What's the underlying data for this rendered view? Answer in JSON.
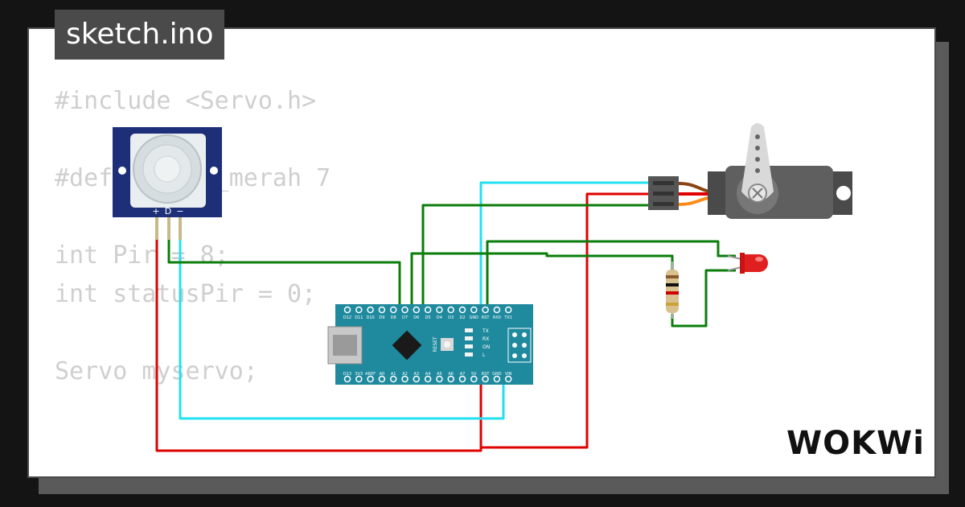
{
  "tab": {
    "title": "sketch.ino"
  },
  "code": {
    "lines": [
      "#include <Servo.h>",
      "",
      "#define led_merah 7",
      "",
      "int Pir = 8;",
      "int statusPir = 0;",
      "",
      "Servo myservo;"
    ]
  },
  "pir": {
    "pin_labels": [
      "+",
      "D",
      "−"
    ]
  },
  "arduino": {
    "top_pins": [
      "D12",
      "D11",
      "D10",
      "D9",
      "D8",
      "D7",
      "D6",
      "D5",
      "D4",
      "D3",
      "D2",
      "GND",
      "RST",
      "RX0",
      "TX1"
    ],
    "bottom_pins": [
      "D13",
      "3V3",
      "AREF",
      "A0",
      "A1",
      "A2",
      "A3",
      "A4",
      "A5",
      "A6",
      "A7",
      "5V",
      "RST",
      "GND",
      "VIN"
    ],
    "button_label": "RESET",
    "led_labels": [
      "TX",
      "RX",
      "ON",
      "L"
    ]
  },
  "brand": {
    "logo": "WOKWi"
  },
  "colors": {
    "wire_red": "#e00000",
    "wire_green": "#0a7d0a",
    "wire_cyan": "#22e0f0",
    "board": "#1f8a9e",
    "pir_board": "#1c2f78",
    "led": "#e02020"
  }
}
